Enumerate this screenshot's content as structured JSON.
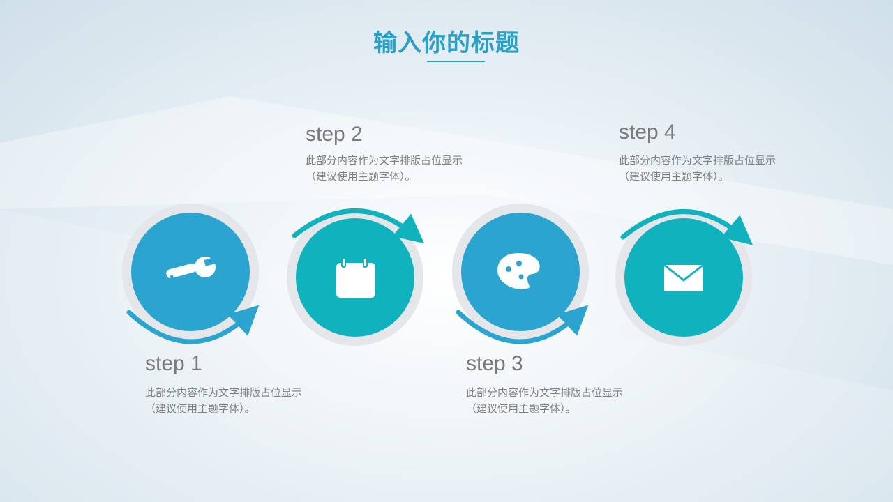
{
  "slide": {
    "title": "输入你的标题"
  },
  "steps": [
    {
      "label": "step 1",
      "line1": "此部分内容作为文字排版占位显示",
      "line2": "（建议使用主题字体）。",
      "icon": "wrench-icon",
      "color": "#2ba5cf"
    },
    {
      "label": "step 2",
      "line1": "此部分内容作为文字排版占位显示",
      "line2": "（建议使用主题字体）。",
      "icon": "calendar-icon",
      "color": "#0fb2bd"
    },
    {
      "label": "step 3",
      "line1": "此部分内容作为文字排版占位显示",
      "line2": "（建议使用主题字体）。",
      "icon": "palette-icon",
      "color": "#2ba5cf"
    },
    {
      "label": "step 4",
      "line1": "此部分内容作为文字排版占位显示",
      "line2": "（建议使用主题字体）。",
      "icon": "envelope-icon",
      "color": "#0fb2bd"
    }
  ],
  "colors": {
    "accent_blue": "#2ba5cf",
    "accent_teal": "#0fb2bd",
    "ring_gray": "#e4e6ea",
    "title_blue": "#2aa0c8"
  }
}
